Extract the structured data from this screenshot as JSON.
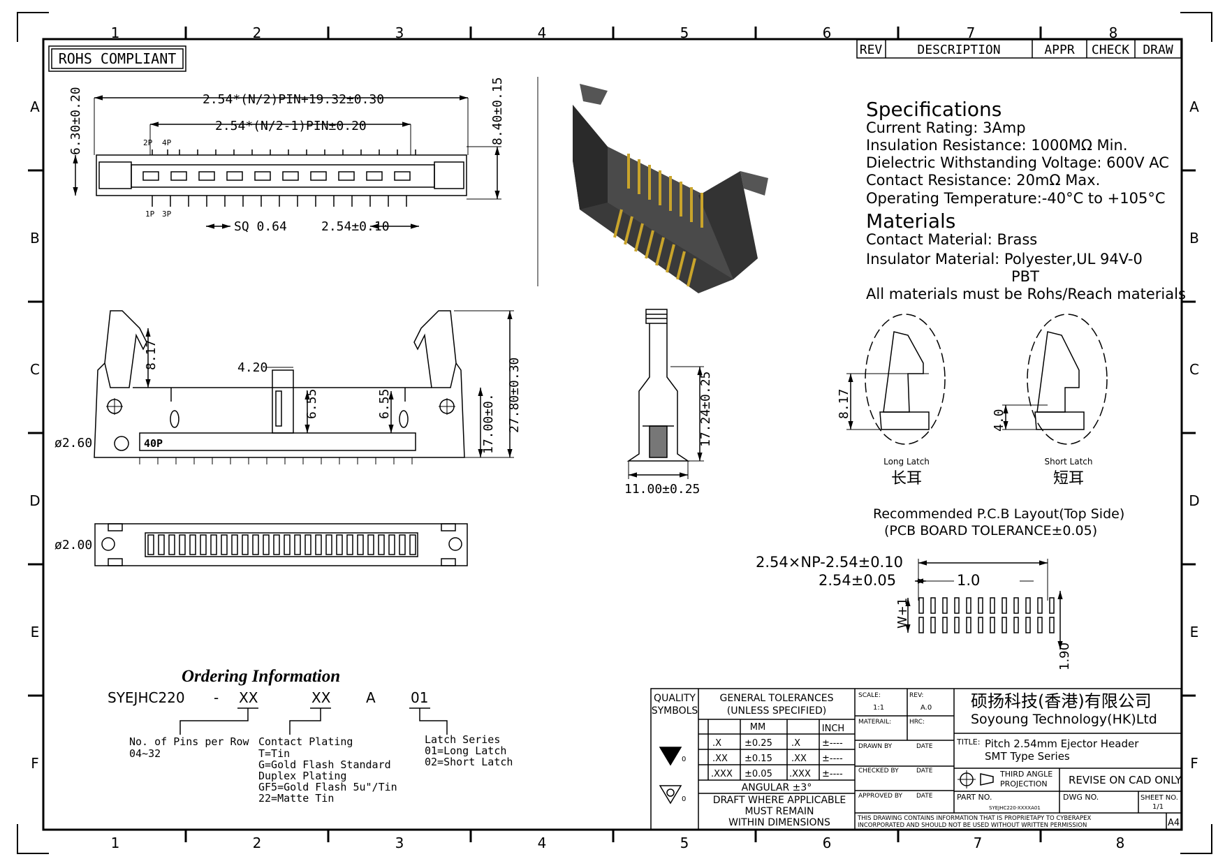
{
  "zones": {
    "columns": [
      "1",
      "2",
      "3",
      "4",
      "5",
      "6",
      "7",
      "8"
    ],
    "rows": [
      "A",
      "B",
      "C",
      "D",
      "E",
      "F"
    ]
  },
  "rohs": "ROHS COMPLIANT",
  "rev_table": {
    "rev": "REV",
    "description": "DESCRIPTION",
    "appr": "APPR",
    "check": "CHECK",
    "draw": "DRAW"
  },
  "top_view": {
    "dim_overall": "2.54*(N/2)PIN+19.32±0.30",
    "dim_inner": "2.54*(N/2-1)PIN±0.20",
    "dim_height_left": "6.30±0.20",
    "dim_height_right": "8.40±0.15",
    "pin_2p": "2P",
    "pin_4p": "4P",
    "pin_1p": "1P",
    "pin_3p": "3P",
    "dim_sq": "SQ 0.64",
    "dim_pitch": "2.54±0.10"
  },
  "front_view": {
    "dim_latch": "8.17",
    "dim_420": "4.20",
    "dim_655a": "6.55",
    "dim_655b": "6.55",
    "dim_1700": "17.00±0.",
    "dim_2780": "27.80±0.30",
    "dim_hole": "ø2.60",
    "marking": "40P"
  },
  "side_view": {
    "dim_height": "17.24±0.25",
    "dim_width": "11.00±0.25"
  },
  "bottom_view": {
    "dim_hole": "ø2.00"
  },
  "specs": {
    "title": "Specifications",
    "lines": [
      "Current Rating:   3Amp",
      "Insulation Resistance:   1000MΩ Min.",
      "Dielectric Withstanding Voltage: 600V AC",
      "Contact Resistance:   20mΩ Max.",
      "Operating Temperature:-40°C to +105°C"
    ],
    "materials_title": "Materials",
    "material_lines": [
      "Contact Material: Brass",
      "Insulator Material:   Polyester,UL 94V-0",
      "PBT",
      "All materials must be Rohs/Reach materials"
    ]
  },
  "latches": {
    "long_dim": "8.17",
    "long_en": "Long Latch",
    "long_cn": "长耳",
    "short_dim": "4.0",
    "short_en": "Short Latch",
    "short_cn": "短耳"
  },
  "pcb": {
    "title": "Recommended P.C.B Layout(Top Side)",
    "subtitle": "(PCB BOARD TOLERANCE±0.05)",
    "dim_a": "2.54×NP-2.54±0.10",
    "dim_b": "2.54±0.05",
    "dim_c": "1.0",
    "dim_w": "W+1",
    "dim_h": "1.90"
  },
  "ordering": {
    "title": "Ordering Information",
    "code": "SYEJHC220",
    "dash": "-",
    "f1": "XX",
    "f2": "XX",
    "f3": "A",
    "f4": "01",
    "pins_label": "No. of Pins per Row",
    "pins_range": "04~32",
    "plating_label": "Contact Plating",
    "plating_lines": [
      "T=Tin",
      "G=Gold Flash Standard",
      "Duplex Plating",
      "GF5=Gold Flash 5u\"/Tin",
      "22=Matte Tin"
    ],
    "latch_label": "Latch Series",
    "latch_lines": [
      "01=Long Latch",
      "02=Short Latch"
    ]
  },
  "title_block": {
    "quality": "QUALITY",
    "symbols": "SYMBOLS",
    "gen_tol": "GENERAL TOLERANCES",
    "unless": "(UNLESS SPECIFIED)",
    "mm": "MM",
    "inch": "INCH",
    "rows": [
      {
        "a": ".X",
        "b": "±0.25",
        "c": ".X",
        "d": "±----"
      },
      {
        "a": ".XX",
        "b": "±0.15",
        "c": ".XX",
        "d": "±----"
      },
      {
        "a": ".XXX",
        "b": "±0.05",
        "c": ".XXX",
        "d": "±----"
      }
    ],
    "angular": "ANGULAR ±3°",
    "draft1": "DRAFT WHERE APPLICABLE",
    "draft2": "MUST REMAIN",
    "draft3": "WITHIN DIMENSIONS",
    "sym_v": "0",
    "sym_c": "0",
    "scale_label": "SCALE:",
    "scale": "1:1",
    "rev_label": "REV:",
    "rev": "A.0",
    "material_label": "MATERAIL:",
    "hrc_label": "HRC:",
    "drawn_by": "DRAWN BY",
    "checked_by": "CHECKED BY",
    "approved_by": "APPROVED BY",
    "date": "DATE",
    "company_cn": "硕扬科技(香港)有限公司",
    "company_en": "Soyoung Technology(HK)Ltd",
    "title_label": "TITLE:",
    "title_1": "Pitch 2.54mm Ejector Header",
    "title_2": "SMT Type Series",
    "third_angle_1": "THIRD ANGLE",
    "third_angle_2": "PROJECTION",
    "revise": "REVISE ON CAD ONLY",
    "part_no_label": "PART NO.",
    "part_no": "SYEJHC220-XXXXA01",
    "dwg_no_label": "DWG NO.",
    "sheet_label": "SHEET NO.",
    "sheet": "1/1",
    "notice_1": "THIS DRAWING CONTAINS INFORMATION THAT IS PROPRIETAPY TO CYBERAPEX",
    "notice_2": "INCORPORATED AND SHOULD NOT BE USED WITHOUT WRITTEN PERMISSION",
    "size": "A4"
  }
}
